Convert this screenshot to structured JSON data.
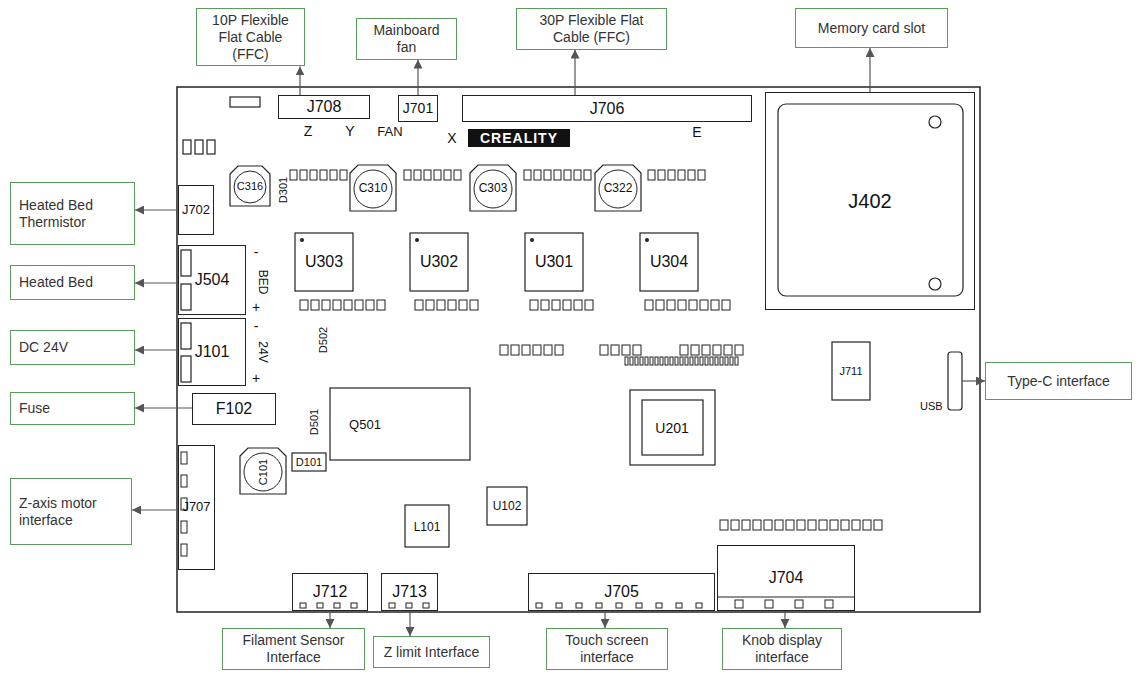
{
  "diagram": {
    "nodes": [
      {
        "text": [
          "10P Flexible Flat Cable (FFC)"
        ]
      },
      {
        "text": [
          "Mainboard fan"
        ]
      },
      {
        "text": [
          "30P Flexible Flat Cable (FFC)"
        ]
      },
      {
        "text": [
          "Memory card slot"
        ]
      },
      {
        "text": [
          "J708"
        ]
      },
      {
        "text": [
          "J701"
        ]
      },
      {
        "text": [
          "J706"
        ]
      },
      {
        "text": [
          "J402"
        ]
      },
      {
        "text": [
          "Heated Bed Thermistor"
        ]
      },
      {
        "text": [
          "J702"
        ]
      },
      {
        "text": [
          "Heated Bed"
        ]
      },
      {
        "text": [
          "J504"
        ]
      },
      {
        "text": [
          "DC 24V"
        ]
      },
      {
        "text": [
          "J101"
        ]
      },
      {
        "text": [
          "Type-C interface"
        ]
      },
      {
        "text": [
          "USB"
        ]
      },
      {
        "text": [
          "Fuse"
        ]
      },
      {
        "text": [
          "F102"
        ]
      },
      {
        "text": [
          "Z-axis motor interface"
        ]
      },
      {
        "text": [
          "J707"
        ]
      },
      {
        "text": [
          "J712"
        ]
      },
      {
        "text": [
          "J713"
        ]
      },
      {
        "text": [
          "J705"
        ]
      },
      {
        "text": [
          "J704"
        ]
      },
      {
        "text": [
          "Filament Sensor Interface"
        ]
      },
      {
        "text": [
          "Z limit Interface"
        ]
      },
      {
        "text": [
          "Touch screen interface"
        ]
      },
      {
        "text": [
          "Knob display interface"
        ]
      }
    ],
    "edges": [
      {
        "from": 4,
        "to": 0,
        "arrow": "to"
      },
      {
        "from": 5,
        "to": 1,
        "arrow": "to"
      },
      {
        "from": 6,
        "to": 2,
        "arrow": "to"
      },
      {
        "from": 7,
        "to": 3,
        "arrow": "to"
      },
      {
        "from": 9,
        "to": 8,
        "arrow": "to"
      },
      {
        "from": 11,
        "to": 10,
        "arrow": "to"
      },
      {
        "from": 13,
        "to": 12,
        "arrow": "to"
      },
      {
        "from": 15,
        "to": 14,
        "arrow": "to"
      },
      {
        "from": 17,
        "to": 16,
        "arrow": "to"
      },
      {
        "from": 19,
        "to": 18,
        "arrow": "to"
      },
      {
        "from": 20,
        "to": 24,
        "arrow": "to"
      },
      {
        "from": 21,
        "to": 25,
        "arrow": "to"
      },
      {
        "from": 22,
        "to": 26,
        "arrow": "to"
      },
      {
        "from": 23,
        "to": 27,
        "arrow": "to"
      }
    ],
    "labels": [
      "Z",
      "Y",
      "FAN",
      "X",
      "CREALITY",
      "E",
      "C316",
      "C310",
      "C303",
      "C322",
      "U303",
      "U302",
      "U301",
      "U304",
      "-",
      "BED",
      "+",
      "-",
      "24V",
      "+",
      "Q501",
      "D501",
      "D502",
      "D101",
      "C101",
      "L101",
      "U102",
      "U201",
      "J711",
      "D301"
    ]
  }
}
